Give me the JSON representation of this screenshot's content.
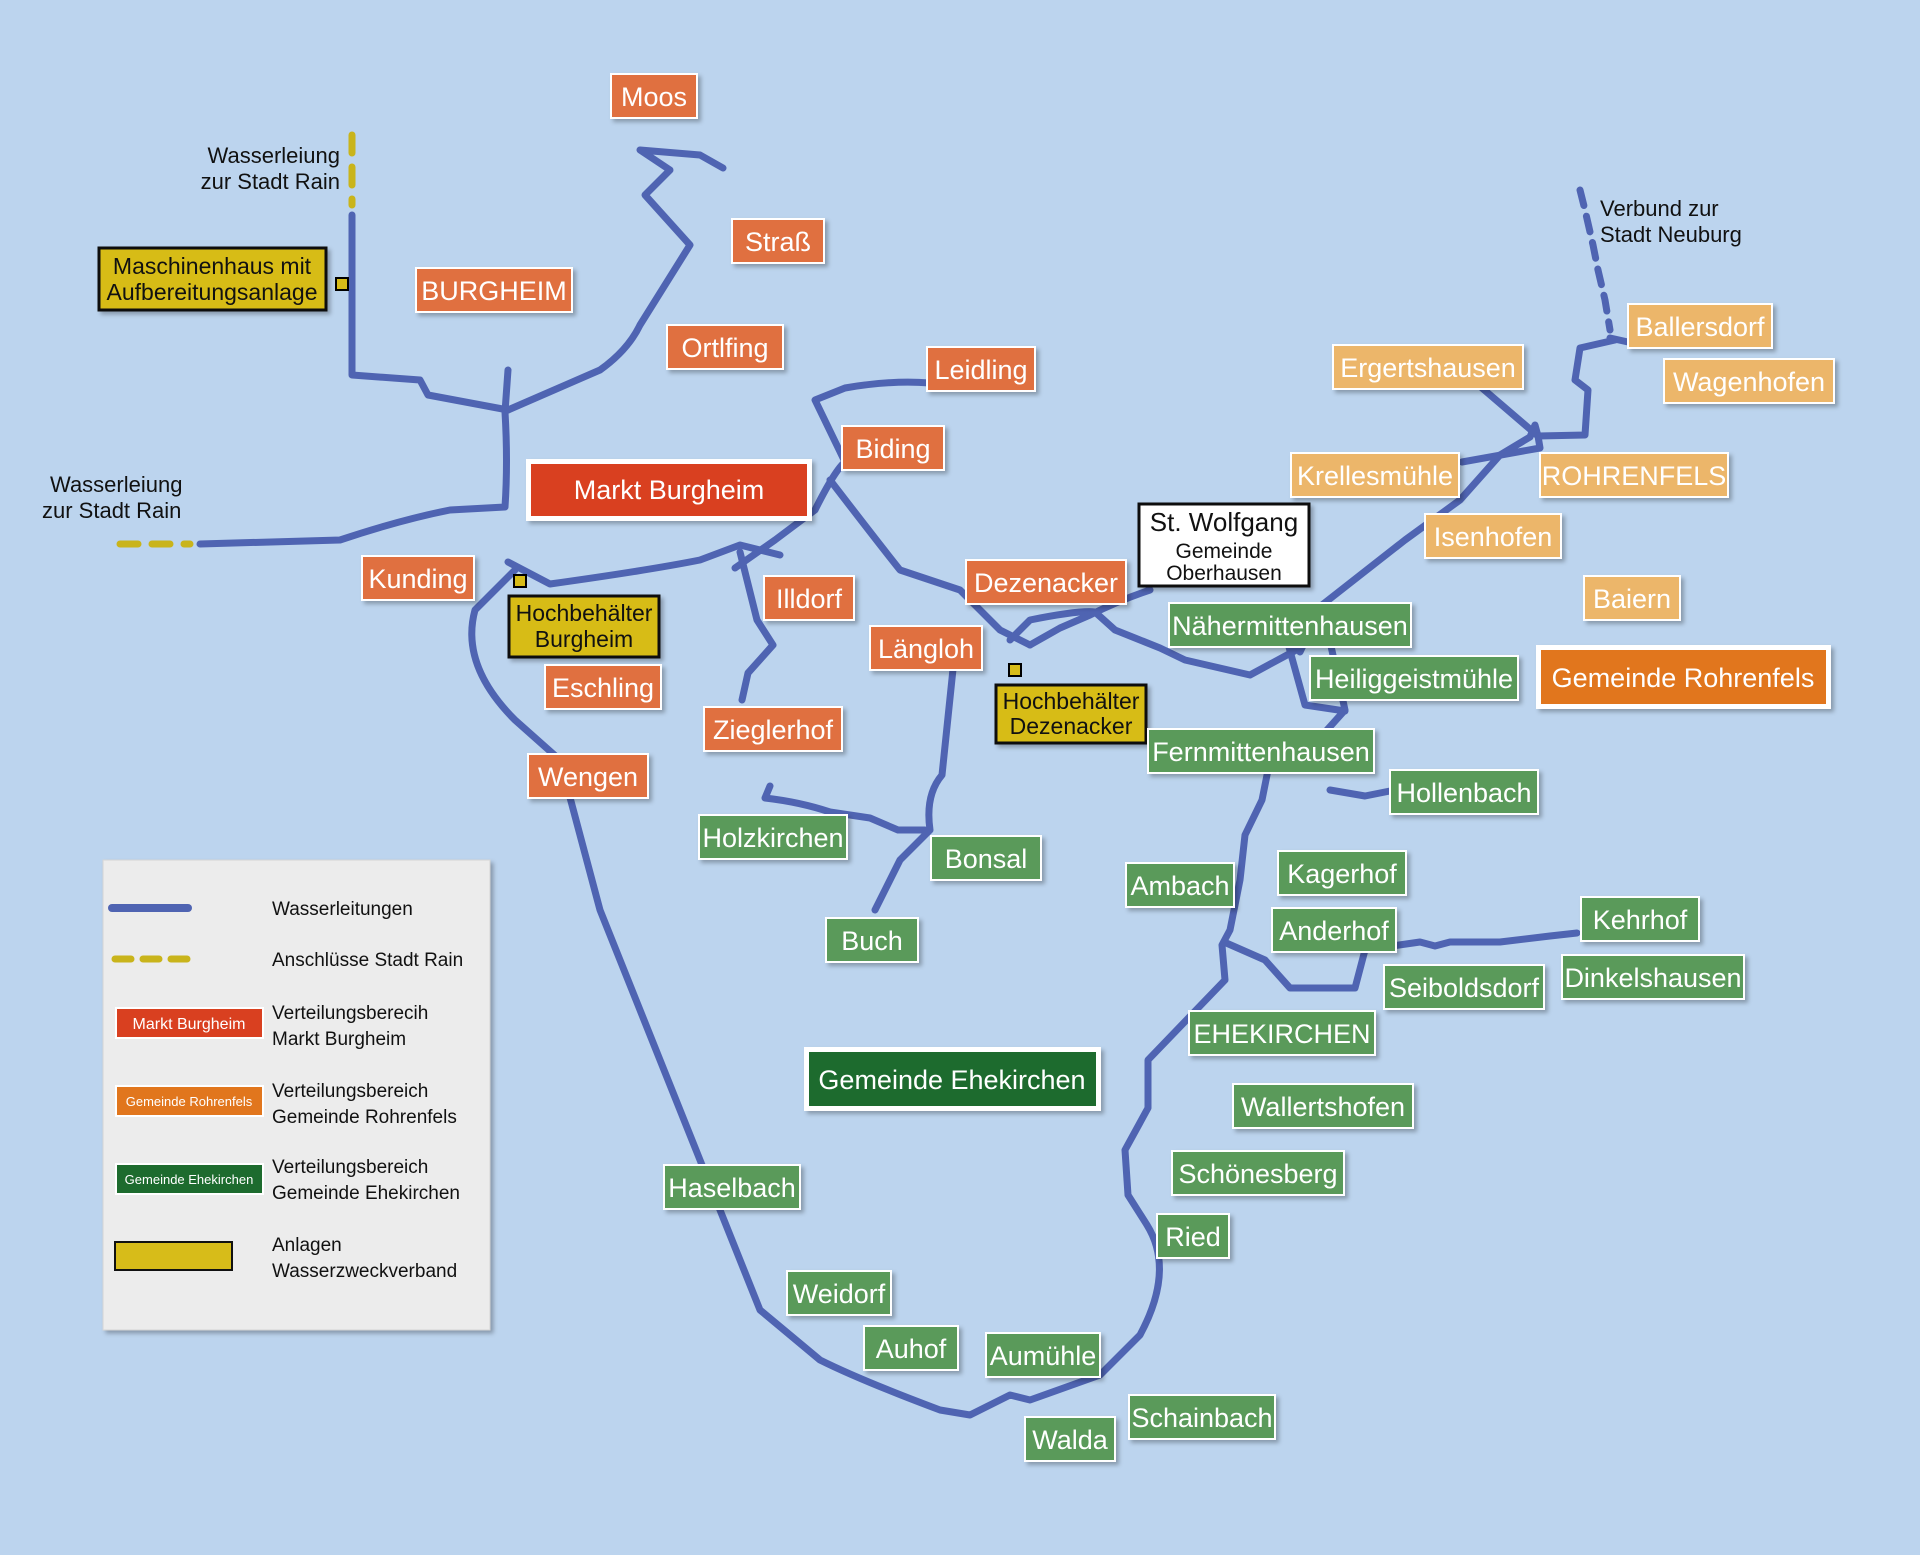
{
  "colors": {
    "background": "#bcd4ee",
    "pipe": "#4f64b2",
    "rain": "#c9b41b",
    "burgheim": "#e07040",
    "markt_burgheim": "#d94020",
    "rohrenfels": "#ecb66a",
    "gemeinde_rohrenfels": "#e1761d",
    "ehekirchen": "#5a9a5a",
    "gemeinde_ehekirchen": "#1d6b2e",
    "facility": "#d7bc19"
  },
  "places": {
    "burgheim_area": [
      "Moos",
      "Straß",
      "BURGHEIM",
      "Ortlfing",
      "Leidling",
      "Biding",
      "Kunding",
      "Illdorf",
      "Dezenacker",
      "Längloh",
      "Eschling",
      "Zieglerhof",
      "Wengen"
    ],
    "rohrenfels_area": [
      "Ballersdorf",
      "Ergertshausen",
      "Wagenhofen",
      "Krellesmühle",
      "ROHRENFELS",
      "Isenhofen",
      "Baiern"
    ],
    "ehekirchen_area": [
      "Nähermittenhausen",
      "Heiliggeistmühle",
      "Fernmittenhausen",
      "Hollenbach",
      "Holzkirchen",
      "Bonsal",
      "Ambach",
      "Kagerhof",
      "Buch",
      "Anderhof",
      "Kehrhof",
      "Seiboldsdorf",
      "Dinkelshausen",
      "EHEKIRCHEN",
      "Wallertshofen",
      "Haselbach",
      "Schönesberg",
      "Ried",
      "Weidorf",
      "Auhof",
      "Aumühle",
      "Schainbach",
      "Walda"
    ]
  },
  "districts": {
    "markt_burgheim": "Markt Burgheim",
    "gemeinde_rohrenfels": "Gemeinde Rohrenfels",
    "gemeinde_ehekirchen": "Gemeinde Ehekirchen"
  },
  "st_wolfgang": {
    "title": "St. Wolfgang",
    "line1": "Gemeinde",
    "line2": "Oberhausen"
  },
  "facilities": {
    "maschinenhaus": [
      "Maschinenhaus mit",
      "Aufbereitungsanlage"
    ],
    "hochbehaelter_burgheim": [
      "Hochbehälter",
      "Burgheim"
    ],
    "hochbehaelter_dezenacker": [
      "Hochbehälter",
      "Dezenacker"
    ]
  },
  "annotations": {
    "rain_north": [
      "Wasserleiung",
      "zur Stadt Rain"
    ],
    "rain_west": [
      "Wasserleiung",
      "zur Stadt Rain"
    ],
    "neuburg": [
      "Verbund zur",
      "Stadt Neuburg"
    ]
  },
  "legend": {
    "pipes": "Wasserleitungen",
    "rain": "Anschlüsse Stadt Rain",
    "burgheim_swatch": "Markt Burgheim",
    "burgheim": [
      "Verteilungsberecih",
      "Markt Burgheim"
    ],
    "rohrenfels_swatch": "Gemeinde Rohrenfels",
    "rohrenfels": [
      "Verteilungsbereich",
      "Gemeinde Rohrenfels"
    ],
    "ehekirchen_swatch": "Gemeinde Ehekirchen",
    "ehekirchen": [
      "Verteilungsbereich",
      "Gemeinde Ehekirchen"
    ],
    "anlagen": [
      "Anlagen",
      "Wasserzweckverband"
    ]
  }
}
